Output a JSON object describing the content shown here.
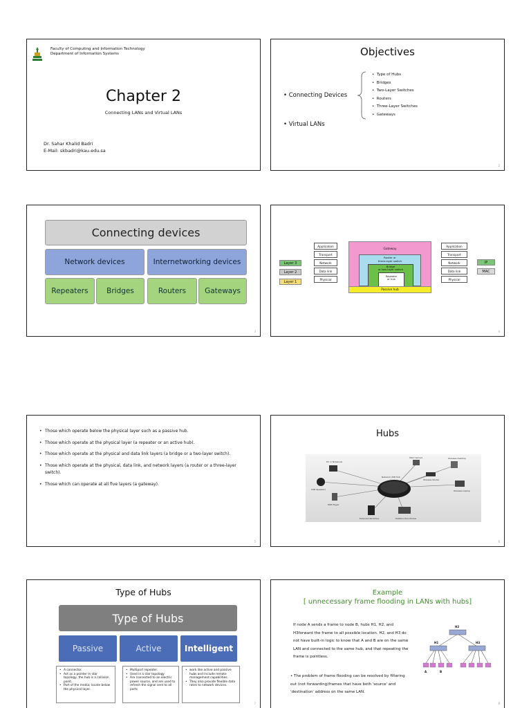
{
  "slide1": {
    "institution_line1": "Faculty of Computing and Information Technology",
    "institution_line2": "Department of Information Systems",
    "title": "Chapter 2",
    "subtitle": "Connecting LANs and Virtual LANs",
    "author": "Dr. Sahar Khalid Badri",
    "email": "E-Mail: skbadri@kau.edu.sa"
  },
  "slide2": {
    "title": "Objectives",
    "bullet1": "• Connecting Devices",
    "bullet2": "• Virtual LANs",
    "sub_items": [
      "Type of Hubs",
      "Bridges",
      "Two-Layer Switches",
      "Routers",
      "Three-Layer Switches",
      "Gateways"
    ],
    "page": "2"
  },
  "slide3": {
    "header": "Connecting devices",
    "network_devices": "Network devices",
    "internetworking_devices": "Internetworking devices",
    "repeaters": "Repeaters",
    "bridges": "Bridges",
    "routers": "Routers",
    "gateways": "Gateways",
    "page": "3"
  },
  "slide4": {
    "left_stack": [
      "Application",
      "Transport",
      "Network",
      "Data link",
      "Physical"
    ],
    "right_stack": [
      "Application",
      "Transport",
      "Network",
      "Data link",
      "Physical"
    ],
    "layer_labels": [
      "Layer 3",
      "Layer 2",
      "Layer 1"
    ],
    "gateway": "Gateway",
    "router": "Router or\nthree-layer switch",
    "bridge": "Bridge\nor two-layer switch",
    "repeater": "Repeater\nor hub",
    "passive_hub": "Passive hub",
    "ip": "IP",
    "mac": "MAC",
    "page": "4"
  },
  "slide5": {
    "bullets": [
      "Those which operate below the physical layer such as a passive hub.",
      "Those which operate at the physical layer (a repeater or an active hub).",
      "Those which operate at the physical and data link layers (a bridge or a two-layer switch).",
      "Those which operate at the physical, data link, and network layers (a router or a three-layer switch).",
      "Those which can operate at all five layers (a gateway)."
    ],
    "page": "5"
  },
  "slide6": {
    "title": "Hubs",
    "image_labels": {
      "center": "Network USB Hub",
      "pc": "PC or Notebook",
      "usb_speakers": "USB Speakers",
      "mp3": "MP3 Player",
      "ext_hdd": "External Harddrive",
      "printer": "Multifunction Printer",
      "wireless_router": "Wireless Router",
      "laptop": "Wireless Laptop",
      "desktop": "Wireless Desktop",
      "webcam": "Web Camera"
    },
    "page": "6"
  },
  "slide7": {
    "title": "Type of Hubs",
    "bar": "Type of Hubs",
    "passive": "Passive",
    "active": "Active",
    "intelligent": "Intelligent",
    "passive_desc": [
      "A connector.",
      "Act as a pointer In star topology, the hub is a collision point.",
      "Part of the media; locate below the physical layer."
    ],
    "active_desc": [
      "Multiport repeater.",
      "Used in a star topology",
      "Are connected to an electric power source, and are used to refresh the signal sent to all ports"
    ],
    "intelligent_desc": [
      "work like active and passive hubs and include remote management capabilities.",
      "They also provide flexible data rates to network devices."
    ],
    "page": "7"
  },
  "slide8": {
    "title_line1": "Example",
    "title_line2": "[ unnecessary frame flooding in LANs with hubs]",
    "para1": "If node A sends a frame to node B, hubs H1, H2, and H3forward the frame to all possible location. H2, and H3 do not have built-in logic to know that A and B are on the same LAN and connected to the same hub, and that repeating the frame is pointless.",
    "para2": "•  The problem of frame flooding can be resolved by filtering out (not forwarding)frames that have both 'source' and 'destination' address on the same LAN.",
    "h1": "H1",
    "h2": "H2",
    "h3": "H3",
    "a": "A",
    "b": "B",
    "page": "8"
  }
}
